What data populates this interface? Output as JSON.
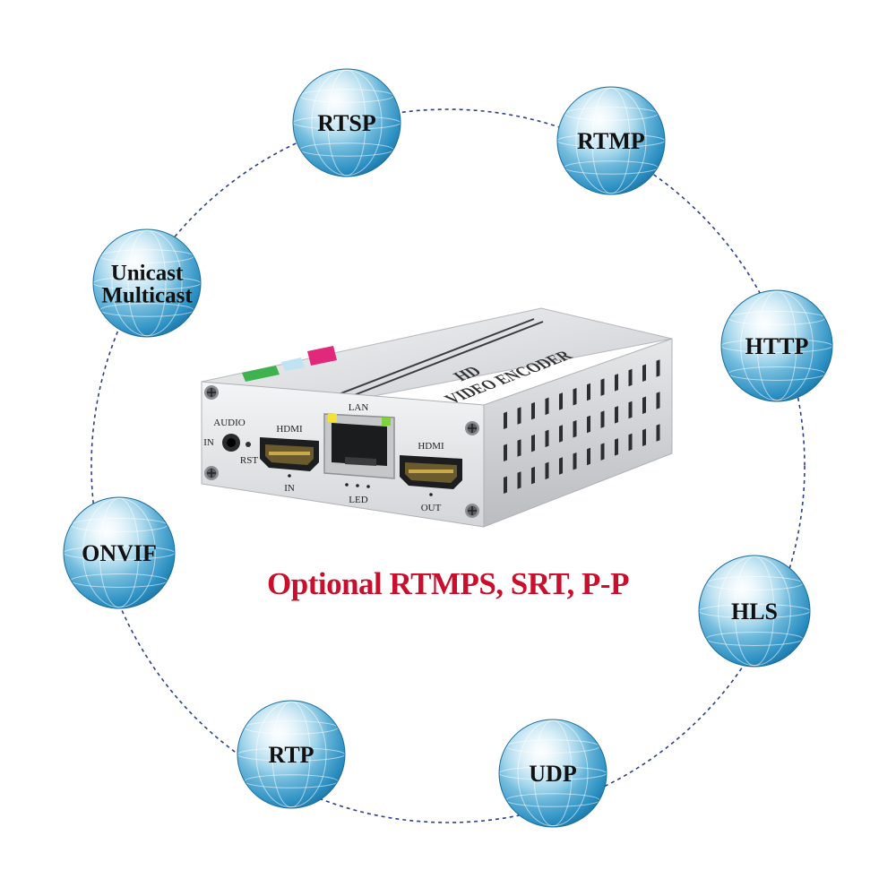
{
  "protocols": [
    {
      "label": "RTSP"
    },
    {
      "label": "RTMP"
    },
    {
      "label": "HTTP"
    },
    {
      "label": "HLS"
    },
    {
      "label": "UDP"
    },
    {
      "label": "RTP"
    },
    {
      "label": "ONVIF"
    },
    {
      "label": "Unicast Multicast",
      "lines": [
        "Unicast",
        "Multicast"
      ]
    }
  ],
  "caption": {
    "text": "Optional RTMPS, SRT, P-P",
    "color": "#c8102e"
  },
  "device": {
    "title_line1": "HD",
    "title_line2": "VIDEO ENCODER",
    "audio_label": "AUDIO",
    "audio_in_label": "IN",
    "rst_label": "RST",
    "hdmi_in_top": "HDMI",
    "hdmi_in_bottom": "IN",
    "lan_label": "LAN",
    "led_label": "LED",
    "hdmi_out_top": "HDMI",
    "hdmi_out_bottom": "OUT"
  },
  "colors": {
    "circle_dash": "#2c3e91",
    "globe_dark": "#1b7fb6",
    "globe_light": "#dff3fb",
    "device_body": "#d6d8db",
    "sticker_green": "#3fb24f",
    "sticker_pink": "#e0297a"
  }
}
